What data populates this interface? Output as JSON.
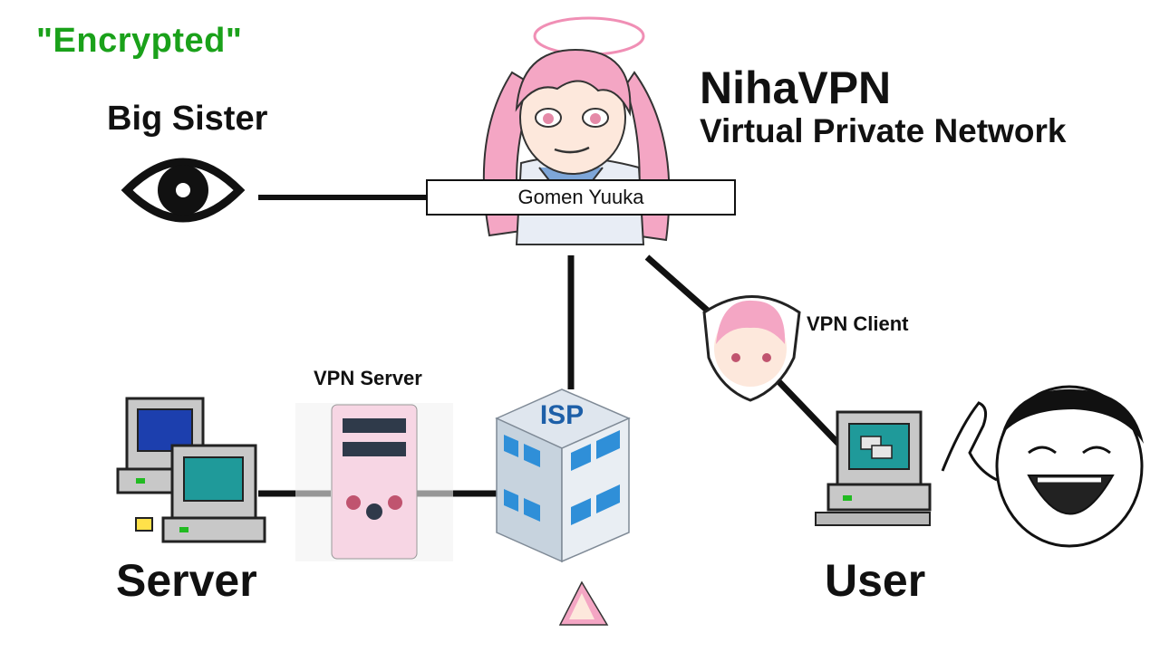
{
  "labels": {
    "encrypted": "\"Encrypted\"",
    "big_sister": "Big Sister",
    "title": "NihaVPN",
    "subtitle": "Virtual Private Network",
    "nameplate": "Gomen Yuuka",
    "vpn_server": "VPN Server",
    "vpn_client": "VPN Client",
    "isp": "ISP",
    "server": "Server",
    "user": "User"
  },
  "colors": {
    "encrypted_text": "#1aa11a",
    "hair_pink": "#f4a6c4",
    "building_blue": "#2f8fd8",
    "screen_blue": "#1c3fae",
    "screen_teal": "#1f9a9a"
  },
  "icons": [
    "eye-icon",
    "anime-girl-avatar",
    "server-computers-icon",
    "isp-building-icon",
    "vpn-server-box-icon",
    "vpn-shield-icon",
    "user-computer-icon",
    "laughing-meme-face",
    "small-pyramid-icon"
  ]
}
